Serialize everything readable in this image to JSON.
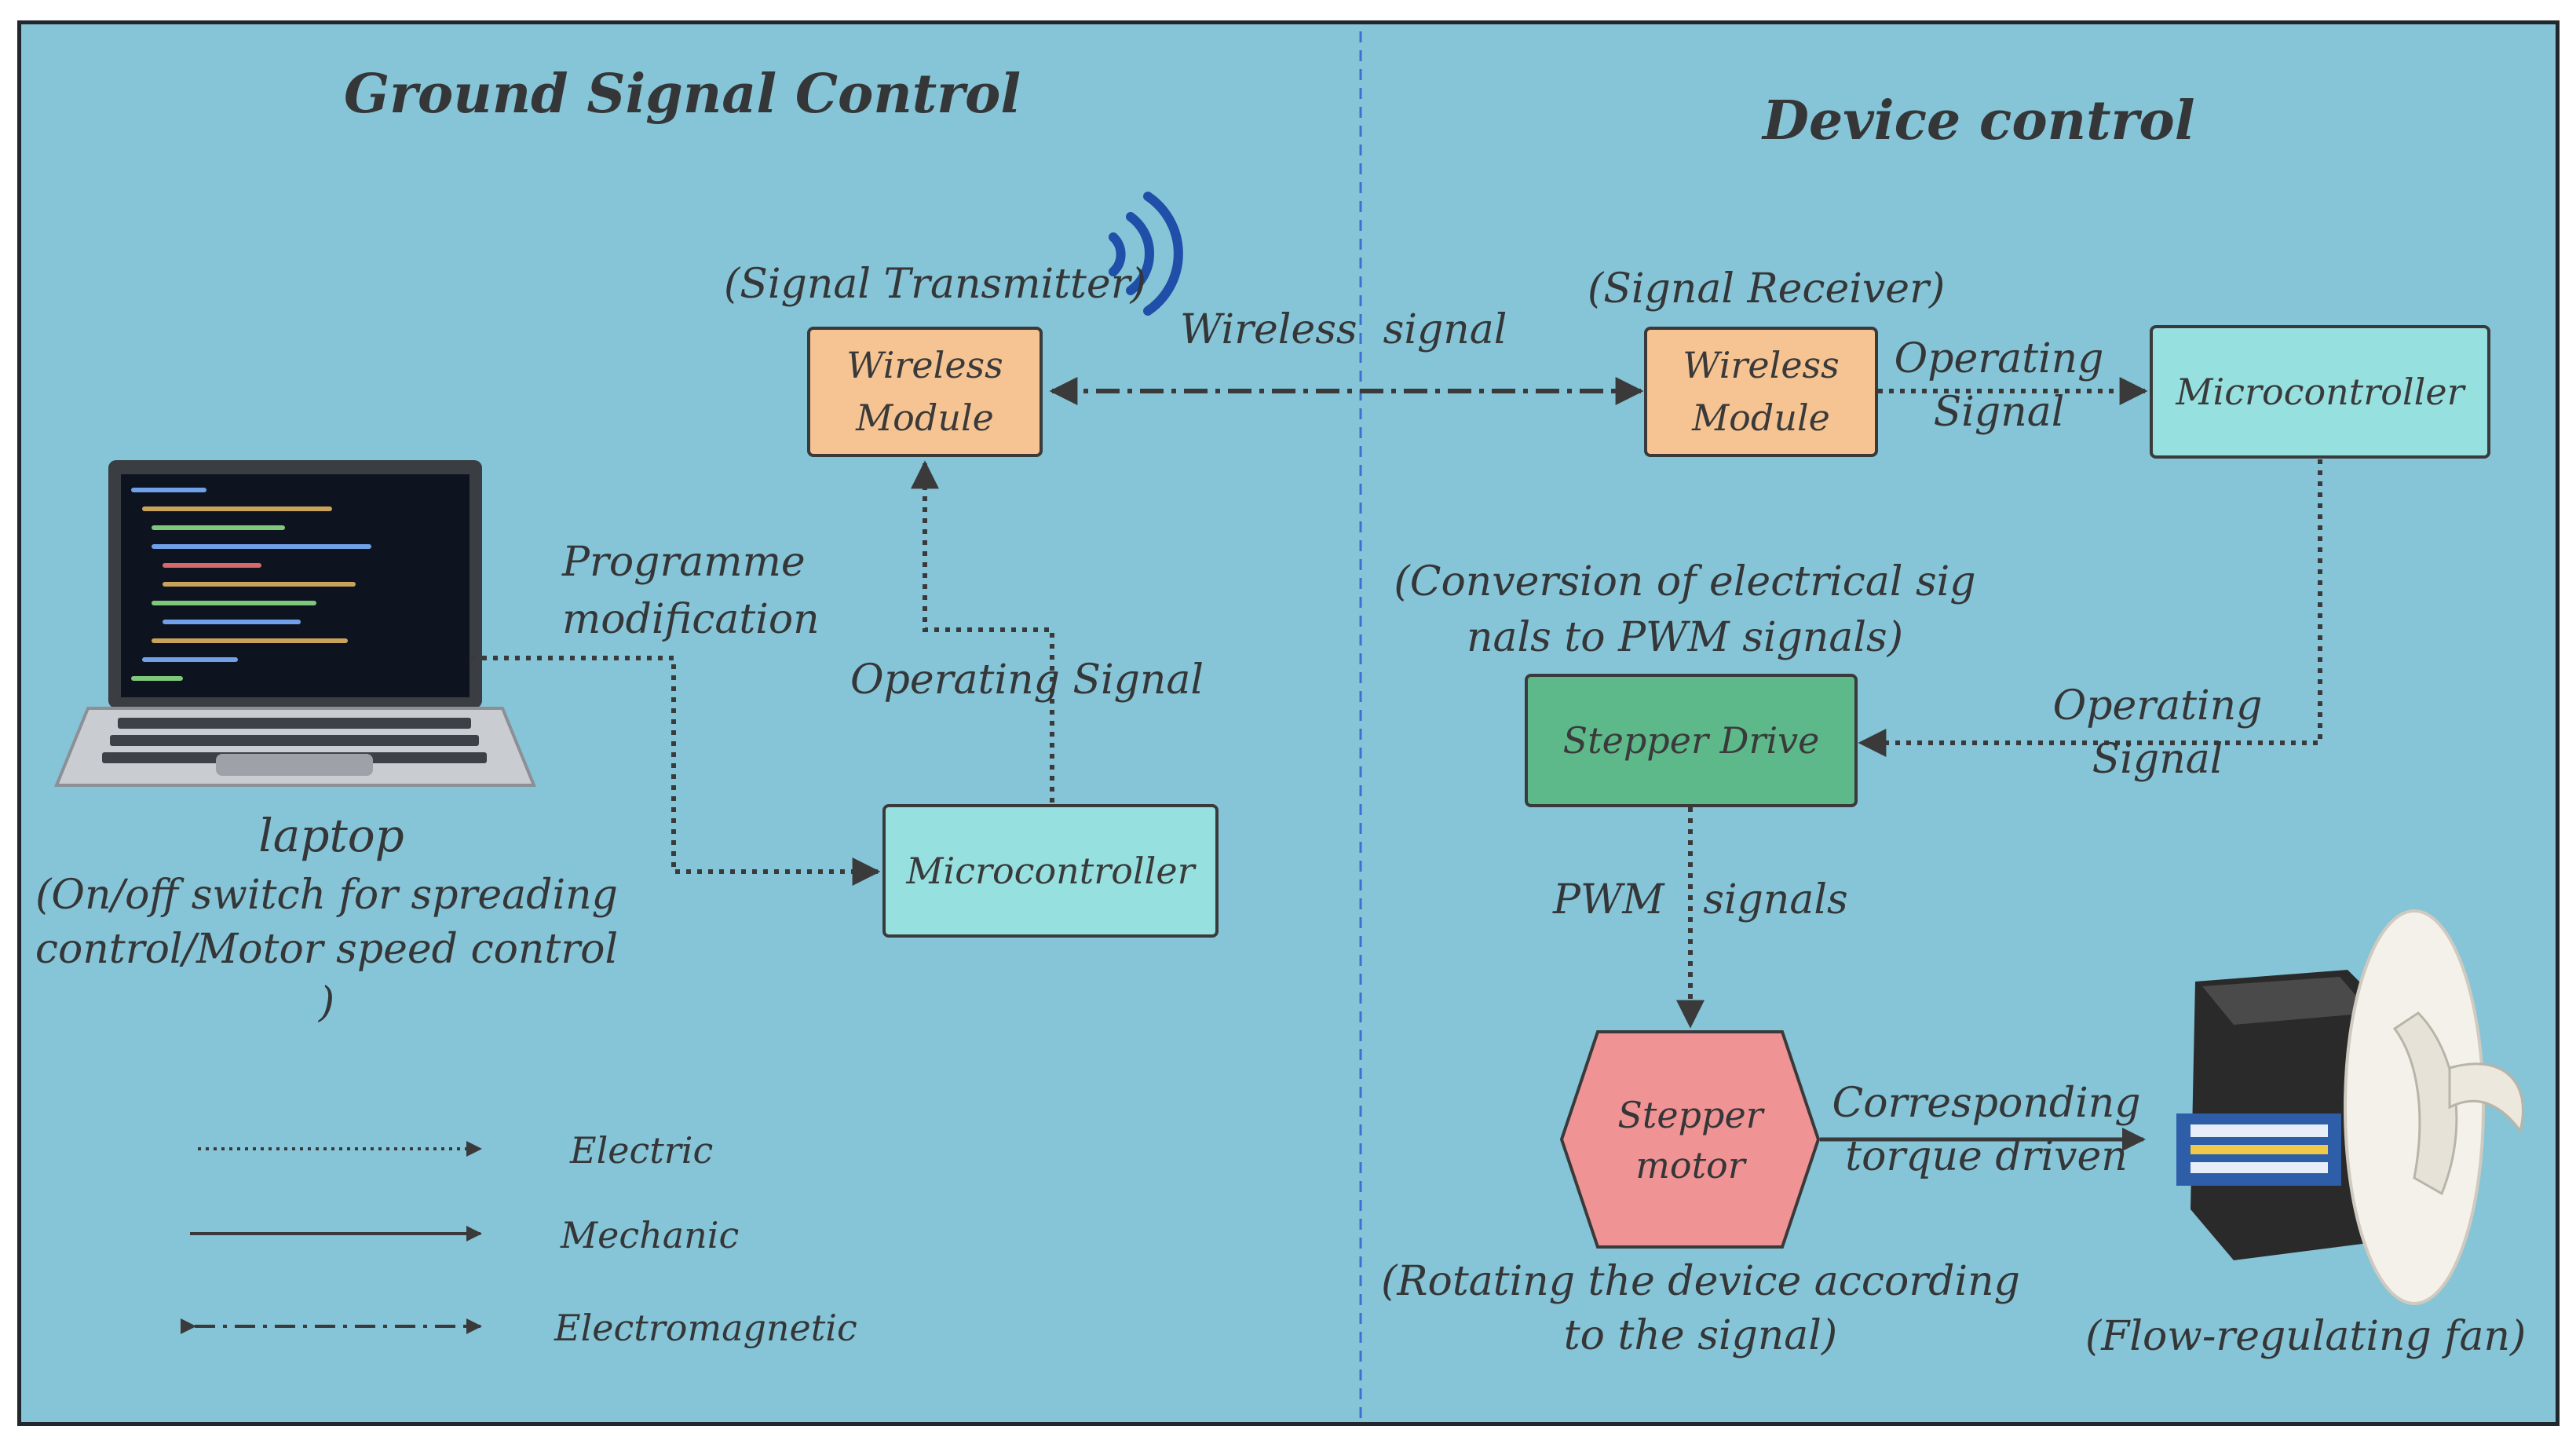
{
  "titles": {
    "left": "Ground Signal Control",
    "right": "Device control"
  },
  "left": {
    "transmitter_caption": "(Signal Transmitter)",
    "wireless_module": "Wireless\nModule",
    "programme_modification": "Programme\nmodification",
    "operating_signal": "Operating Signal",
    "microcontroller": "Microcontroller",
    "laptop_label": "laptop",
    "laptop_caption": "(On/off switch for spreading\ncontrol/Motor speed control\n)"
  },
  "center": {
    "wireless_signal": "Wireless  signal"
  },
  "right": {
    "receiver_caption": "(Signal Receiver)",
    "wireless_module": "Wireless\nModule",
    "operating_signal_top": "Operating\nSignal",
    "microcontroller": "Microcontroller",
    "conversion_caption": "(Conversion of electrical sig\nnals to PWM signals)",
    "stepper_drive": "Stepper Drive",
    "operating_signal_mid": "Operating\nSignal",
    "pwm_signals": "PWM   signals",
    "stepper_motor": "Stepper\nmotor",
    "torque": "Corresponding\ntorque driven",
    "motor_caption": "(Rotating the device according\nto the signal)",
    "fan_caption": "(Flow-regulating fan)"
  },
  "legend": [
    {
      "label": "Electric",
      "style": "dotted"
    },
    {
      "label": "Mechanic",
      "style": "solid"
    },
    {
      "label": "Electromagnetic",
      "style": "dash-dot"
    }
  ],
  "colors": {
    "background": "#86c4d7",
    "wireless_module": "#f6c493",
    "microcontroller": "#97e0e0",
    "stepper_drive": "#5db88a",
    "stepper_motor": "#ef9394",
    "signal_waves": "#1f4fa8",
    "divider": "#3f6fd0"
  },
  "icons": [
    "laptop-icon",
    "signal-waves-icon",
    "fan-motor-image"
  ]
}
